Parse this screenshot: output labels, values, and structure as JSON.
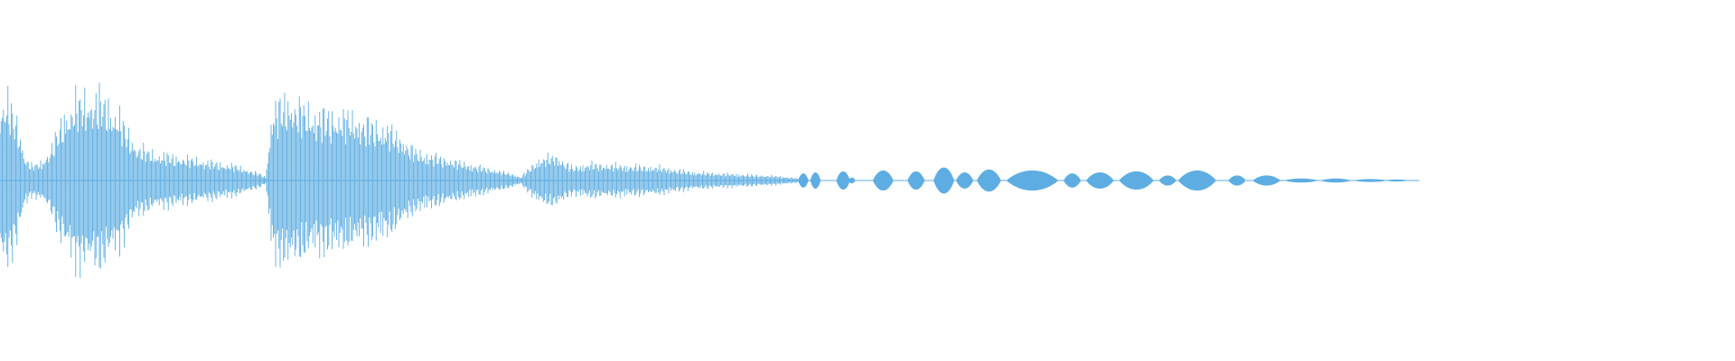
{
  "waveform": {
    "color": "#5dade2",
    "envelope": [
      {
        "t": 0.0,
        "a": 0.92
      },
      {
        "t": 0.004,
        "a": 0.98
      },
      {
        "t": 0.01,
        "a": 0.7
      },
      {
        "t": 0.014,
        "a": 0.3
      },
      {
        "t": 0.018,
        "a": 0.18
      },
      {
        "t": 0.024,
        "a": 0.22
      },
      {
        "t": 0.03,
        "a": 0.4
      },
      {
        "t": 0.036,
        "a": 0.75
      },
      {
        "t": 0.045,
        "a": 0.98
      },
      {
        "t": 0.058,
        "a": 1.0
      },
      {
        "t": 0.068,
        "a": 0.8
      },
      {
        "t": 0.078,
        "a": 0.42
      },
      {
        "t": 0.09,
        "a": 0.32
      },
      {
        "t": 0.11,
        "a": 0.26
      },
      {
        "t": 0.135,
        "a": 0.18
      },
      {
        "t": 0.15,
        "a": 0.08
      },
      {
        "t": 0.153,
        "a": 0.04
      },
      {
        "t": 0.157,
        "a": 0.85
      },
      {
        "t": 0.165,
        "a": 0.98
      },
      {
        "t": 0.18,
        "a": 0.82
      },
      {
        "t": 0.2,
        "a": 0.78
      },
      {
        "t": 0.225,
        "a": 0.62
      },
      {
        "t": 0.24,
        "a": 0.35
      },
      {
        "t": 0.265,
        "a": 0.22
      },
      {
        "t": 0.295,
        "a": 0.08
      },
      {
        "t": 0.3,
        "a": 0.04
      },
      {
        "t": 0.31,
        "a": 0.25
      },
      {
        "t": 0.32,
        "a": 0.3
      },
      {
        "t": 0.33,
        "a": 0.16
      },
      {
        "t": 0.34,
        "a": 0.2
      },
      {
        "t": 0.36,
        "a": 0.18
      },
      {
        "t": 0.38,
        "a": 0.16
      },
      {
        "t": 0.4,
        "a": 0.1
      },
      {
        "t": 0.42,
        "a": 0.08
      },
      {
        "t": 0.45,
        "a": 0.05
      },
      {
        "t": 0.47,
        "a": 0.0
      }
    ],
    "blobs": [
      {
        "c": 0.463,
        "w": 0.006,
        "a": 0.07
      },
      {
        "c": 0.47,
        "w": 0.006,
        "a": 0.08
      },
      {
        "c": 0.486,
        "w": 0.008,
        "a": 0.09
      },
      {
        "c": 0.491,
        "w": 0.004,
        "a": 0.03
      },
      {
        "c": 0.509,
        "w": 0.012,
        "a": 0.1
      },
      {
        "c": 0.528,
        "w": 0.01,
        "a": 0.09
      },
      {
        "c": 0.544,
        "w": 0.012,
        "a": 0.13
      },
      {
        "c": 0.556,
        "w": 0.01,
        "a": 0.08
      },
      {
        "c": 0.57,
        "w": 0.014,
        "a": 0.11
      },
      {
        "c": 0.595,
        "w": 0.03,
        "a": 0.1
      },
      {
        "c": 0.618,
        "w": 0.01,
        "a": 0.07
      },
      {
        "c": 0.634,
        "w": 0.016,
        "a": 0.08
      },
      {
        "c": 0.655,
        "w": 0.02,
        "a": 0.09
      },
      {
        "c": 0.673,
        "w": 0.01,
        "a": 0.05
      },
      {
        "c": 0.69,
        "w": 0.022,
        "a": 0.1
      },
      {
        "c": 0.713,
        "w": 0.01,
        "a": 0.05
      },
      {
        "c": 0.73,
        "w": 0.016,
        "a": 0.05
      },
      {
        "c": 0.75,
        "w": 0.02,
        "a": 0.02
      },
      {
        "c": 0.77,
        "w": 0.018,
        "a": 0.02
      },
      {
        "c": 0.79,
        "w": 0.02,
        "a": 0.015
      },
      {
        "c": 0.805,
        "w": 0.014,
        "a": 0.01
      }
    ],
    "end": 0.818
  }
}
